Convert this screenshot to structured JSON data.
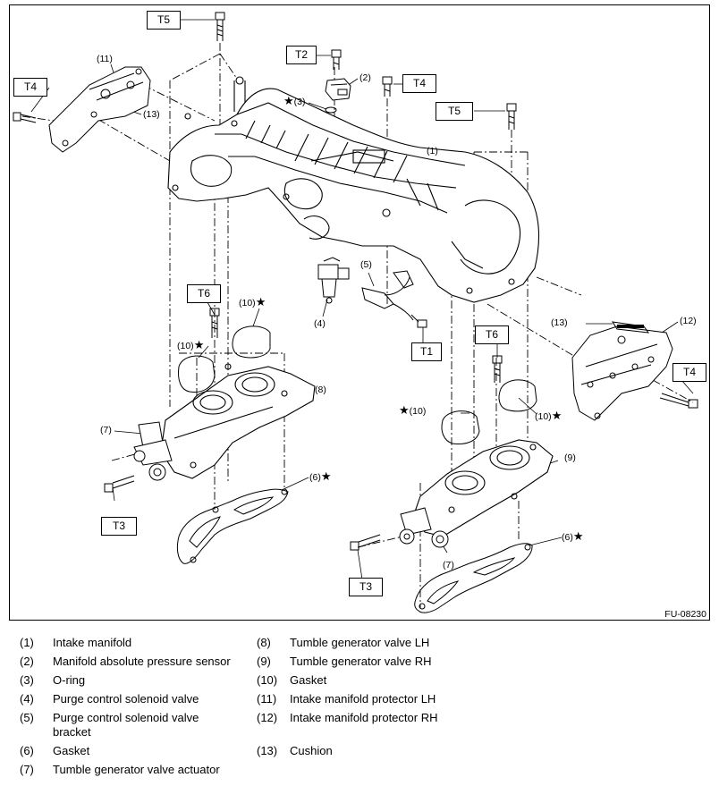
{
  "figure_code": "FU-08230",
  "torque_tags": [
    "T5",
    "T2",
    "T4",
    "T5",
    "T4",
    "T6",
    "T6",
    "T1",
    "T4",
    "T3",
    "T3"
  ],
  "callouts": {
    "c1": "(1)",
    "c2": "(2)",
    "c3": "(3)",
    "c4": "(4)",
    "c5": "(5)",
    "c6a": "(6)",
    "c6b": "(6)",
    "c7a": "(7)",
    "c7b": "(7)",
    "c8": "(8)",
    "c9": "(9)",
    "c10a": "(10)",
    "c10b": "(10)",
    "c10c": "(10)",
    "c10d": "(10)",
    "c11": "(11)",
    "c12": "(12)",
    "c13a": "(13)",
    "c13b": "(13)",
    "star": "★"
  },
  "legend": [
    {
      "num": "(1)",
      "text": "Intake manifold"
    },
    {
      "num": "(2)",
      "text": "Manifold absolute pressure sensor"
    },
    {
      "num": "(3)",
      "text": "O-ring"
    },
    {
      "num": "(4)",
      "text": "Purge control solenoid valve"
    },
    {
      "num": "(5)",
      "text": "Purge control solenoid valve bracket"
    },
    {
      "num": "(6)",
      "text": "Gasket"
    },
    {
      "num": "(7)",
      "text": "Tumble generator valve actuator"
    },
    {
      "num": "(8)",
      "text": "Tumble generator valve LH"
    },
    {
      "num": "(9)",
      "text": "Tumble generator valve RH"
    },
    {
      "num": "(10)",
      "text": "Gasket"
    },
    {
      "num": "(11)",
      "text": "Intake manifold protector LH"
    },
    {
      "num": "(12)",
      "text": "Intake manifold protector RH"
    },
    {
      "num": "(13)",
      "text": "Cushion"
    }
  ]
}
